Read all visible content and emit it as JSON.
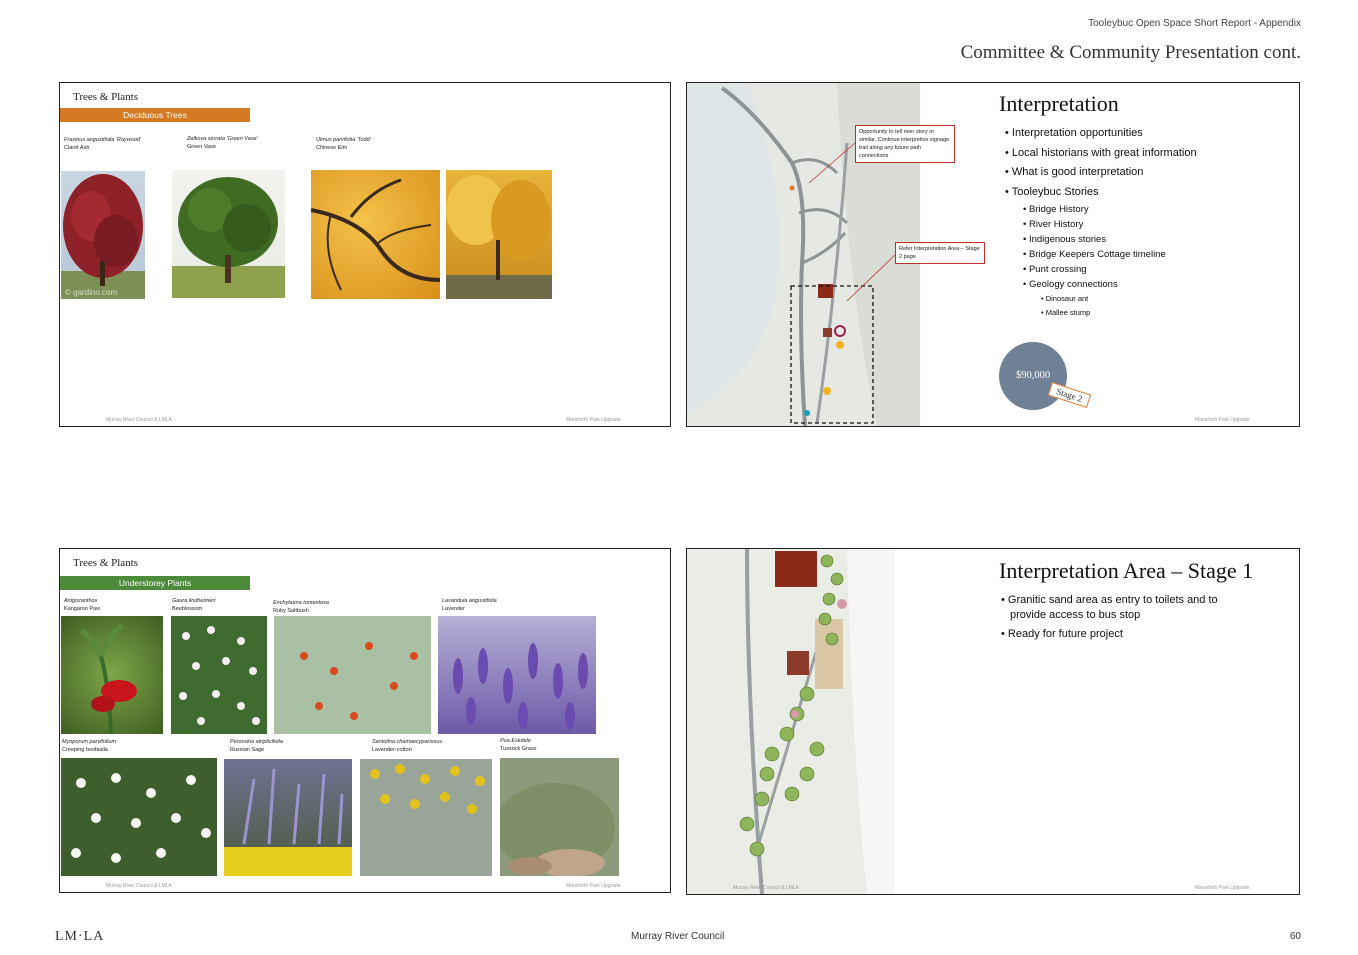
{
  "header": {
    "report_title": "Tooleybuc Open Space Short Report - Appendix",
    "section_title": "Committee & Community Presentation cont."
  },
  "footer": {
    "logo": "LM·LA",
    "organization": "Murray River Council",
    "page_number": "60"
  },
  "slide_footer": {
    "left": "Murray River Council & LMLA",
    "right": "Mansforth Park Upgrade"
  },
  "slide1": {
    "heading": "Trees & Plants",
    "banner": "Deciduous Trees",
    "banner_color": "#d37a22",
    "plants": [
      {
        "latin": "Fraxinus angustifolia 'Raywood'",
        "common": "Claret Ash"
      },
      {
        "latin": "Zelkova serrata 'Green Vase'",
        "common": "Green Vase"
      },
      {
        "latin": "Ulmus parvifolia 'Todd'",
        "common": "Chinese Elm"
      }
    ],
    "watermark": "© gardino.com"
  },
  "slide2": {
    "title": "Interpretation",
    "bullets": [
      "Interpretation opportunities",
      "Local historians with great information",
      "What is good interpretation",
      "Tooleybuc Stories"
    ],
    "stories": [
      "Bridge History",
      "River History",
      "Indigenous stories",
      "Bridge Keepers Cottage timeline",
      "Punt crossing",
      "Geology connections"
    ],
    "geology": [
      "Dinosaur ant",
      "Mallee stump"
    ],
    "callout1": "Opportunity to tell river story or similar. Continue interpretive signage trail along any future path connections",
    "callout2": "Refer Interpretation Area – Stage 2 page",
    "cost": "$90,000",
    "stage": "Stage 2",
    "cost_circle_color": "#6f8194",
    "stage_tag_color": "#e07a2b"
  },
  "slide3": {
    "heading": "Trees & Plants",
    "banner": "Understorey Plants",
    "banner_color": "#4d8a3a",
    "plants": [
      {
        "latin": "Anigozanthos",
        "common": "Kangaroo Paw"
      },
      {
        "latin": "Gaura lindheimeri",
        "common": "Beeblossom"
      },
      {
        "latin": "Enchylaena tomentosa",
        "common": "Ruby Saltbush"
      },
      {
        "latin": "Lavandula angustifolia",
        "common": "Lavender"
      },
      {
        "latin": "Myoporum parvifolium",
        "common": "Creeping boobialla"
      },
      {
        "latin": "Perovskia atriplicifolia",
        "common": "Russian Sage"
      },
      {
        "latin": "Santolina chamaecyparissus",
        "common": "Lavender-cotton"
      },
      {
        "latin": "Poa Eskdale",
        "common": "Tussock Grass"
      }
    ]
  },
  "slide4": {
    "title": "Interpretation Area – Stage 1",
    "bullets": [
      "Granitic sand area as entry to toilets and to",
      "provide access to bus stop",
      "Ready for future project"
    ]
  }
}
